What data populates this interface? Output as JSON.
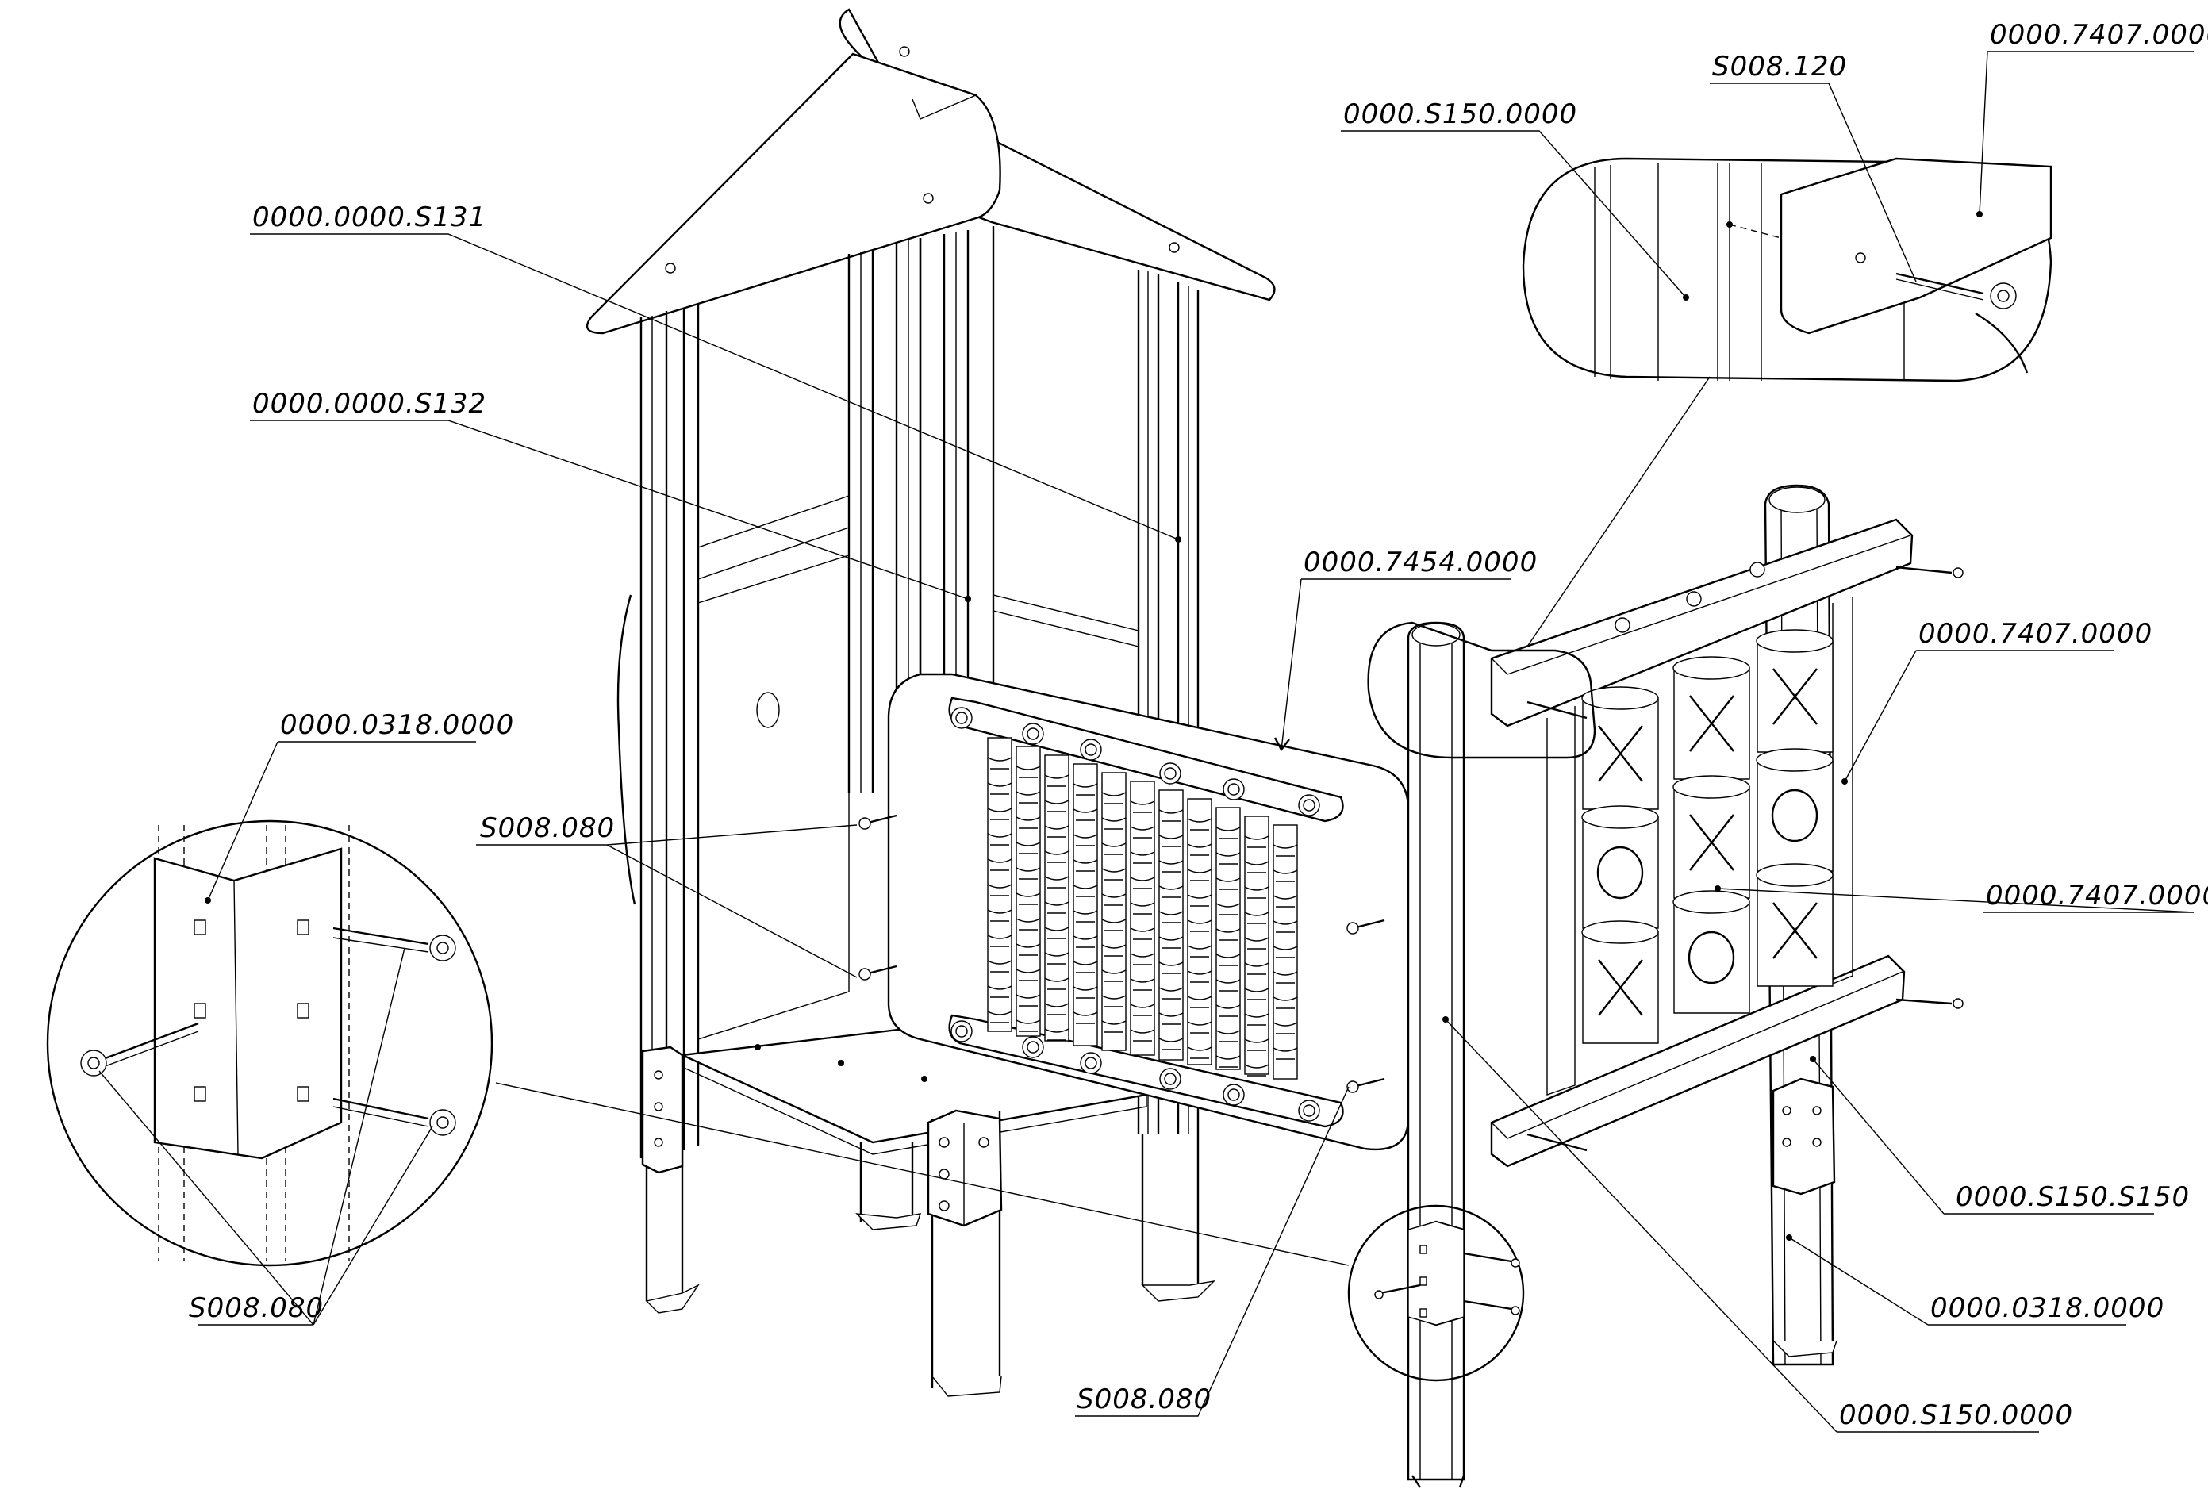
{
  "callouts": [
    {
      "id": "roof-upper",
      "label": "0000.0000.S131"
    },
    {
      "id": "roof-lower",
      "label": "0000.0000.S132"
    },
    {
      "id": "panel",
      "label": "0000.7454.0000"
    },
    {
      "id": "screw-panel",
      "label": "S008.080"
    },
    {
      "id": "screw-panel-lower",
      "label": "S008.080"
    },
    {
      "id": "bracket",
      "label": "0000.0318.0000"
    },
    {
      "id": "screw-bracket",
      "label": "S008.080"
    },
    {
      "id": "post-detail",
      "label": "0000.S150.0000"
    },
    {
      "id": "screw-detail",
      "label": "S008.120"
    },
    {
      "id": "board-detail",
      "label": "0000.7407.0000"
    },
    {
      "id": "ttt-frame",
      "label": "0000.7407.0000"
    },
    {
      "id": "ttt-cube",
      "label": "0000.7407.0000"
    },
    {
      "id": "post-bracket",
      "label": "0000.S150.S150"
    },
    {
      "id": "post-foot",
      "label": "0000.0318.0000"
    },
    {
      "id": "post-main",
      "label": "0000.S150.0000"
    }
  ]
}
